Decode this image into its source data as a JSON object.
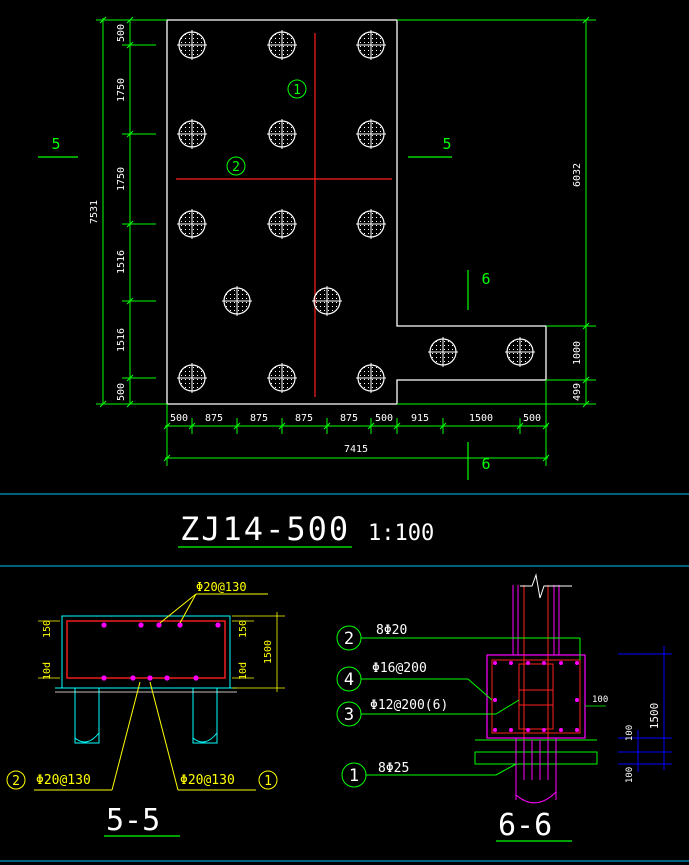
{
  "colors": {
    "background": "#000000",
    "outline": "#ffffff",
    "dimension": "#00ff00",
    "axis": "#ff2020",
    "rebar": "#ff00ff",
    "concrete": "#00ffff",
    "label": "#ffff00",
    "divider": "#00bfff",
    "marker": "#0000ff"
  },
  "plan": {
    "left_dims": [
      "500",
      "1750",
      "1750",
      "1516",
      "1516",
      "500"
    ],
    "overall_left": "7531",
    "right_dims": [
      "6032",
      "1000",
      "499"
    ],
    "bottom_dims": [
      "500",
      "875",
      "875",
      "875",
      "875",
      "500",
      "915",
      "1500",
      "500"
    ],
    "overall_bottom": "7415",
    "section_5_left": "5",
    "section_5_right": "5",
    "section_6_top": "6",
    "section_6_bottom": "6",
    "axis_tag_1": "1",
    "axis_tag_2": "2"
  },
  "title": {
    "name": "ZJ14-500",
    "scale": "1:100"
  },
  "section_5_5": {
    "top_callout": "Φ20@130",
    "left_callout_num": "2",
    "left_callout": "Φ20@130",
    "right_callout": "Φ20@130",
    "right_callout_num": "1",
    "dim_top_left": "150",
    "dim_bottom_left": "10d",
    "dim_top_right": "150",
    "dim_bottom_right": "10d",
    "height_dim": "1500",
    "caption": "5-5"
  },
  "section_6_6": {
    "callouts": [
      {
        "num": "2",
        "text": "8Φ20"
      },
      {
        "num": "4",
        "text": "Φ16@200"
      },
      {
        "num": "3",
        "text": "Φ12@200(6)"
      },
      {
        "num": "1",
        "text": "8Φ25"
      }
    ],
    "cover_dim": "100",
    "right_dim_a": "100",
    "right_dim_b": "100",
    "right_height": "1500",
    "caption": "6-6"
  }
}
